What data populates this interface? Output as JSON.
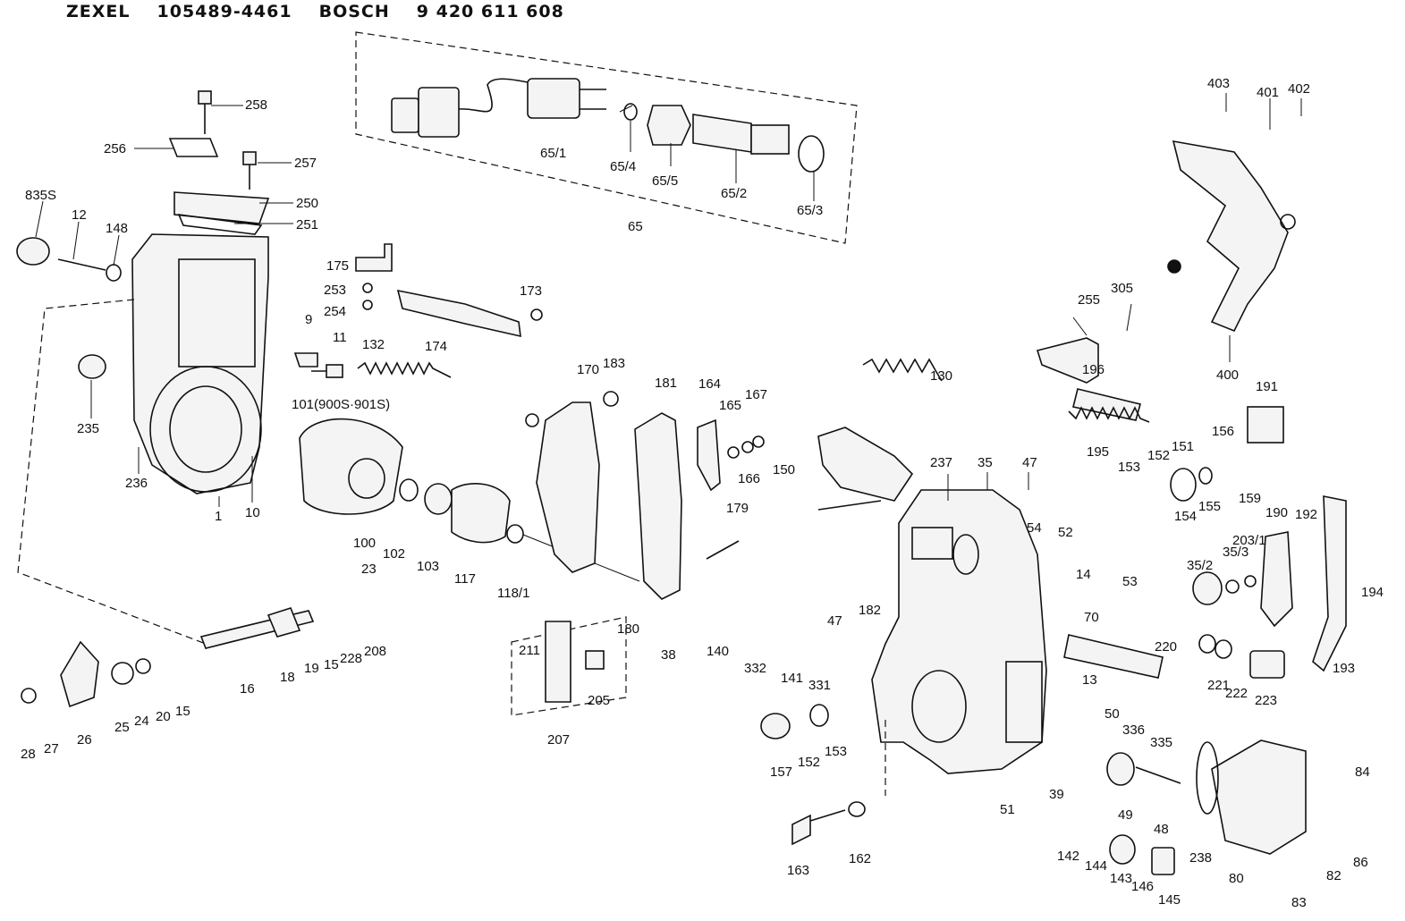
{
  "header": {
    "brand1": "ZEXEL",
    "code1": "105489-4461",
    "brand2": "BOSCH",
    "code2": "9 420 611 608"
  },
  "labels": [
    {
      "id": "258",
      "text": "258"
    },
    {
      "id": "256",
      "text": "256"
    },
    {
      "id": "257",
      "text": "257"
    },
    {
      "id": "250",
      "text": "250"
    },
    {
      "id": "251",
      "text": "251"
    },
    {
      "id": "835S",
      "text": "835S"
    },
    {
      "id": "12",
      "text": "12"
    },
    {
      "id": "148",
      "text": "148"
    },
    {
      "id": "235",
      "text": "235"
    },
    {
      "id": "236",
      "text": "236"
    },
    {
      "id": "1",
      "text": "1"
    },
    {
      "id": "10",
      "text": "10"
    },
    {
      "id": "175",
      "text": "175"
    },
    {
      "id": "253",
      "text": "253"
    },
    {
      "id": "254",
      "text": "254"
    },
    {
      "id": "173",
      "text": "173"
    },
    {
      "id": "174",
      "text": "174"
    },
    {
      "id": "9",
      "text": "9"
    },
    {
      "id": "11",
      "text": "11"
    },
    {
      "id": "132",
      "text": "132"
    },
    {
      "id": "101",
      "text": "101(900S·901S)"
    },
    {
      "id": "100",
      "text": "100"
    },
    {
      "id": "102",
      "text": "102"
    },
    {
      "id": "103",
      "text": "103"
    },
    {
      "id": "117",
      "text": "117"
    },
    {
      "id": "118/1",
      "text": "118/1"
    },
    {
      "id": "65/1",
      "text": "65/1"
    },
    {
      "id": "65/4",
      "text": "65/4"
    },
    {
      "id": "65/5",
      "text": "65/5"
    },
    {
      "id": "65/2",
      "text": "65/2"
    },
    {
      "id": "65/3",
      "text": "65/3"
    },
    {
      "id": "65",
      "text": "65"
    },
    {
      "id": "170",
      "text": "170"
    },
    {
      "id": "183",
      "text": "183"
    },
    {
      "id": "181",
      "text": "181"
    },
    {
      "id": "164",
      "text": "164"
    },
    {
      "id": "165",
      "text": "165"
    },
    {
      "id": "167",
      "text": "167"
    },
    {
      "id": "166",
      "text": "166"
    },
    {
      "id": "179",
      "text": "179"
    },
    {
      "id": "180",
      "text": "180"
    },
    {
      "id": "38",
      "text": "38"
    },
    {
      "id": "130",
      "text": "130"
    },
    {
      "id": "150",
      "text": "150"
    },
    {
      "id": "237",
      "text": "237"
    },
    {
      "id": "35",
      "text": "35"
    },
    {
      "id": "47a",
      "text": "47"
    },
    {
      "id": "54",
      "text": "54"
    },
    {
      "id": "52",
      "text": "52"
    },
    {
      "id": "47b",
      "text": "47"
    },
    {
      "id": "182",
      "text": "182"
    },
    {
      "id": "14",
      "text": "14"
    },
    {
      "id": "53",
      "text": "53"
    },
    {
      "id": "70",
      "text": "70"
    },
    {
      "id": "255",
      "text": "255"
    },
    {
      "id": "305",
      "text": "305"
    },
    {
      "id": "196",
      "text": "196"
    },
    {
      "id": "195",
      "text": "195"
    },
    {
      "id": "153a",
      "text": "153"
    },
    {
      "id": "152a",
      "text": "152"
    },
    {
      "id": "151",
      "text": "151"
    },
    {
      "id": "156",
      "text": "156"
    },
    {
      "id": "154",
      "text": "154"
    },
    {
      "id": "155",
      "text": "155"
    },
    {
      "id": "159",
      "text": "159"
    },
    {
      "id": "191",
      "text": "191"
    },
    {
      "id": "403",
      "text": "403"
    },
    {
      "id": "401",
      "text": "401"
    },
    {
      "id": "402",
      "text": "402"
    },
    {
      "id": "400",
      "text": "400"
    },
    {
      "id": "190",
      "text": "190"
    },
    {
      "id": "192",
      "text": "192"
    },
    {
      "id": "35/2",
      "text": "35/2"
    },
    {
      "id": "35/3",
      "text": "35/3"
    },
    {
      "id": "203/1",
      "text": "203/1"
    },
    {
      "id": "194",
      "text": "194"
    },
    {
      "id": "193",
      "text": "193"
    },
    {
      "id": "220",
      "text": "220"
    },
    {
      "id": "221",
      "text": "221"
    },
    {
      "id": "222",
      "text": "222"
    },
    {
      "id": "223",
      "text": "223"
    },
    {
      "id": "23",
      "text": "23"
    },
    {
      "id": "208",
      "text": "208"
    },
    {
      "id": "228",
      "text": "228"
    },
    {
      "id": "15a",
      "text": "15"
    },
    {
      "id": "19",
      "text": "19"
    },
    {
      "id": "18",
      "text": "18"
    },
    {
      "id": "16",
      "text": "16"
    },
    {
      "id": "26",
      "text": "26"
    },
    {
      "id": "28",
      "text": "28"
    },
    {
      "id": "27",
      "text": "27"
    },
    {
      "id": "25",
      "text": "25"
    },
    {
      "id": "24",
      "text": "24"
    },
    {
      "id": "20",
      "text": "20"
    },
    {
      "id": "15b",
      "text": "15"
    },
    {
      "id": "211",
      "text": "211"
    },
    {
      "id": "205",
      "text": "205"
    },
    {
      "id": "207",
      "text": "207"
    },
    {
      "id": "140",
      "text": "140"
    },
    {
      "id": "332",
      "text": "332"
    },
    {
      "id": "141",
      "text": "141"
    },
    {
      "id": "331",
      "text": "331"
    },
    {
      "id": "157",
      "text": "157"
    },
    {
      "id": "152b",
      "text": "152"
    },
    {
      "id": "153b",
      "text": "153"
    },
    {
      "id": "13",
      "text": "13"
    },
    {
      "id": "50",
      "text": "50"
    },
    {
      "id": "336",
      "text": "336"
    },
    {
      "id": "335",
      "text": "335"
    },
    {
      "id": "39",
      "text": "39"
    },
    {
      "id": "49",
      "text": "49"
    },
    {
      "id": "48",
      "text": "48"
    },
    {
      "id": "51",
      "text": "51"
    },
    {
      "id": "163",
      "text": "163"
    },
    {
      "id": "162",
      "text": "162"
    },
    {
      "id": "142",
      "text": "142"
    },
    {
      "id": "144",
      "text": "144"
    },
    {
      "id": "143",
      "text": "143"
    },
    {
      "id": "146",
      "text": "146"
    },
    {
      "id": "145",
      "text": "145"
    },
    {
      "id": "238",
      "text": "238"
    },
    {
      "id": "80",
      "text": "80"
    },
    {
      "id": "84",
      "text": "84"
    },
    {
      "id": "86",
      "text": "86"
    },
    {
      "id": "82",
      "text": "82"
    },
    {
      "id": "83",
      "text": "83"
    }
  ]
}
